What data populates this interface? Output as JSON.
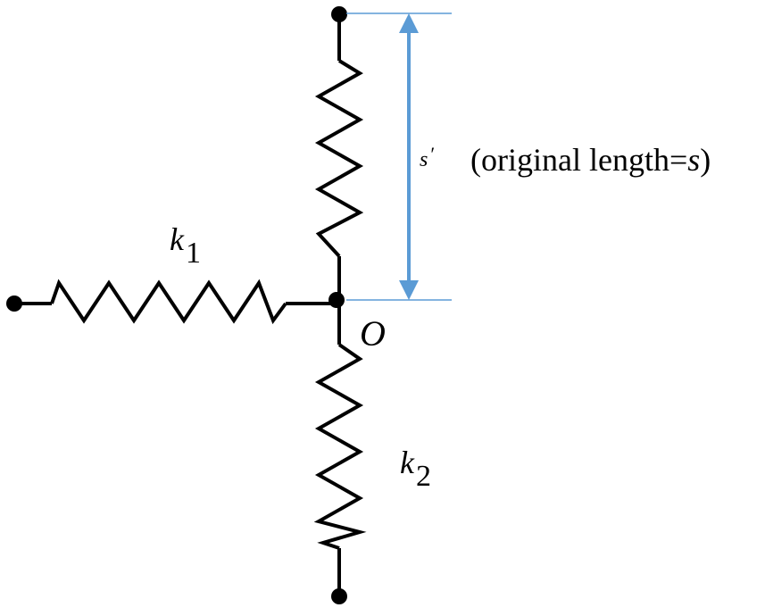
{
  "labels": {
    "k1_symbol": "k",
    "k1_subscript": "1",
    "k2_symbol": "k",
    "k2_subscript": "2",
    "junction_label": "O",
    "stretched_length_symbol": "s",
    "stretched_length_prime": "′",
    "note_prefix": "(original length=",
    "note_symbol": "s",
    "note_suffix": ")"
  },
  "colors": {
    "spring": "#000000",
    "dimension": "#5b9bd5",
    "text": "#000000",
    "background": "#ffffff"
  }
}
